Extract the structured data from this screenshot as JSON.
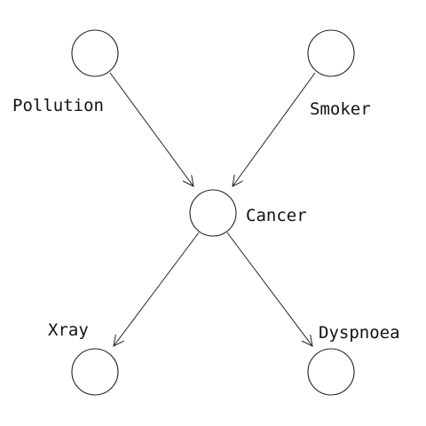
{
  "diagram": {
    "nodes": [
      {
        "id": "pollution",
        "label": "Pollution"
      },
      {
        "id": "smoker",
        "label": "Smoker"
      },
      {
        "id": "cancer",
        "label": "Cancer"
      },
      {
        "id": "xray",
        "label": "Xray"
      },
      {
        "id": "dyspnoea",
        "label": "Dyspnoea"
      }
    ],
    "edges": [
      {
        "from": "pollution",
        "to": "cancer"
      },
      {
        "from": "smoker",
        "to": "cancer"
      },
      {
        "from": "cancer",
        "to": "xray"
      },
      {
        "from": "cancer",
        "to": "dyspnoea"
      }
    ],
    "colors": {
      "stroke": "#222222",
      "background": "#ffffff"
    }
  }
}
